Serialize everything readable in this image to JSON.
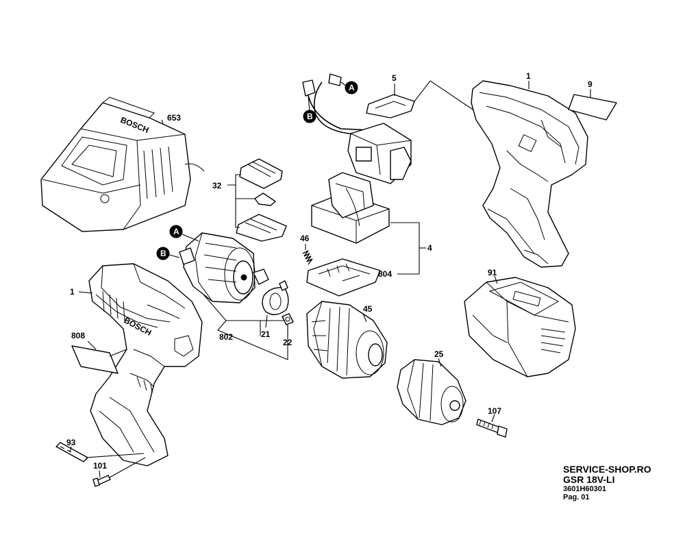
{
  "title_block": {
    "shop": "SERVICE-SHOP.RO",
    "model": "GSR 18V-LI",
    "code": "3601H60301",
    "page": "Pag. 01"
  },
  "markers": {
    "a": "A",
    "b": "B"
  },
  "callouts": {
    "c1_right": "1",
    "c9": "9",
    "c5": "5",
    "c653": "653",
    "c32": "32",
    "c46": "46",
    "c4": "4",
    "c804": "804",
    "c1_left": "1",
    "c91": "91",
    "c808": "808",
    "c802": "802",
    "c21": "21",
    "c22": "22",
    "c45": "45",
    "c25": "25",
    "c107": "107",
    "c93": "93",
    "c101": "101"
  },
  "charger_brand": "BOSCH",
  "housing_brand": "BOSCH"
}
